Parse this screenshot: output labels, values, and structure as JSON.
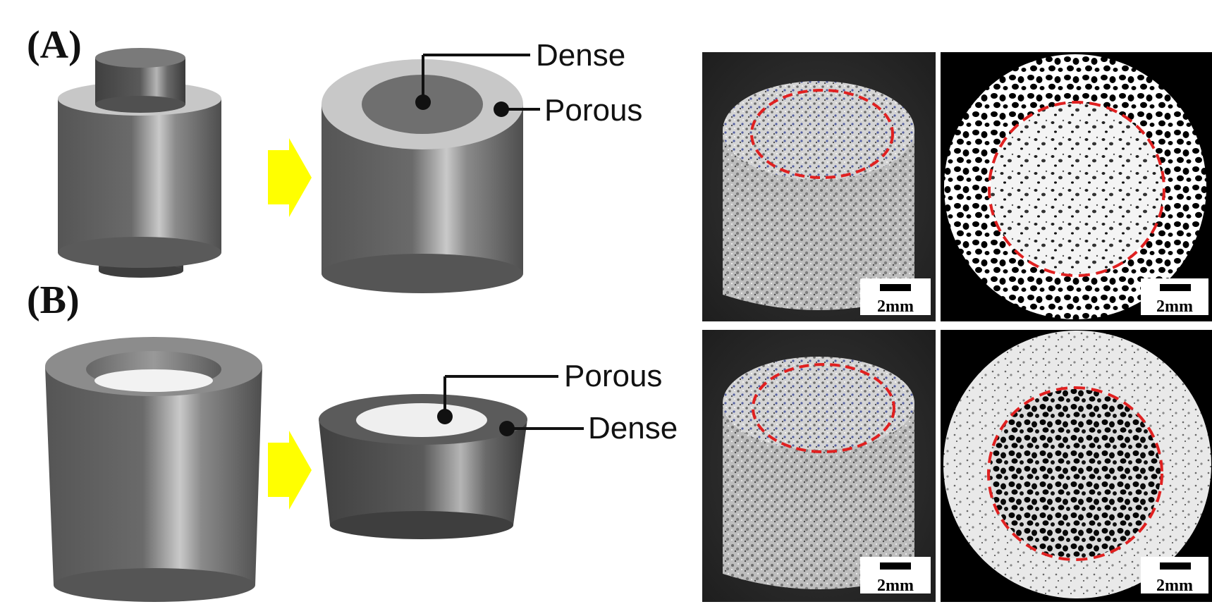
{
  "panels": [
    {
      "label": "(A)"
    },
    {
      "label": "(B)"
    }
  ],
  "callouts": {
    "a_top": "Dense",
    "a_bottom": "Porous",
    "b_top": "Porous",
    "b_bottom": "Dense"
  },
  "scale_bars": [
    "2mm",
    "2mm",
    "2mm",
    "2mm"
  ],
  "colors": {
    "arrow": "#ffff00",
    "dashed_circle": "#e02020",
    "metal_dark": "#5a5a5a",
    "metal_light": "#c8c8c8",
    "porous_fill": "#efefef"
  }
}
